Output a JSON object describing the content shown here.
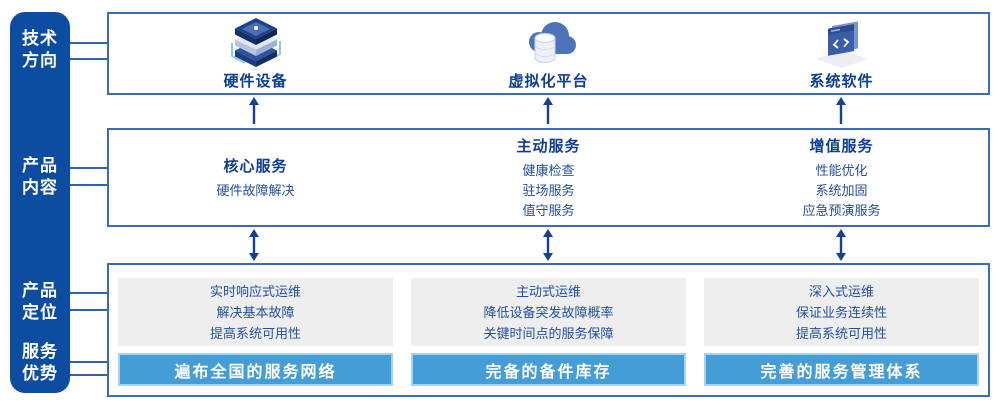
{
  "colors": {
    "sidebar_bg": "#0c4da2",
    "connector_line": "#2f63b0",
    "box_border": "#3a6cb6",
    "heading_text": "#0d3e92",
    "body_text": "#234f9f",
    "gray_box_bg": "#eeeeef",
    "banner_bg": "#459dd7",
    "banner_border": "#a6d4f0",
    "banner_text": "#ffffff",
    "arrow": "#16418e"
  },
  "sidebar": {
    "items": [
      {
        "label": "技术\n方向"
      },
      {
        "label": "产品\n内容"
      },
      {
        "label": "产品\n定位"
      },
      {
        "label": "服务\n优势"
      }
    ]
  },
  "tech_row": {
    "items": [
      {
        "icon": "server-stack-icon",
        "label": "硬件设备"
      },
      {
        "icon": "cloud-database-icon",
        "label": "虚拟化平台"
      },
      {
        "icon": "code-window-icon",
        "label": "系统软件"
      }
    ]
  },
  "content_row": {
    "columns": [
      {
        "heading": "核心服务",
        "lines": [
          "硬件故障解决"
        ]
      },
      {
        "heading": "主动服务",
        "lines": [
          "健康检查",
          "驻场服务",
          "值守服务"
        ]
      },
      {
        "heading": "增值服务",
        "lines": [
          "性能优化",
          "系统加固",
          "应急预演服务"
        ]
      }
    ]
  },
  "position_row": {
    "columns": [
      {
        "lines": [
          "实时响应式运维",
          "解决基本故障",
          "提高系统可用性"
        ],
        "banner": "遍布全国的服务网络"
      },
      {
        "lines": [
          "主动式运维",
          "降低设备突发故障概率",
          "关键时间点的服务保障"
        ],
        "banner": "完备的备件库存"
      },
      {
        "lines": [
          "深入式运维",
          "保证业务连续性",
          "提高系统可用性"
        ],
        "banner": "完善的服务管理体系"
      }
    ]
  }
}
